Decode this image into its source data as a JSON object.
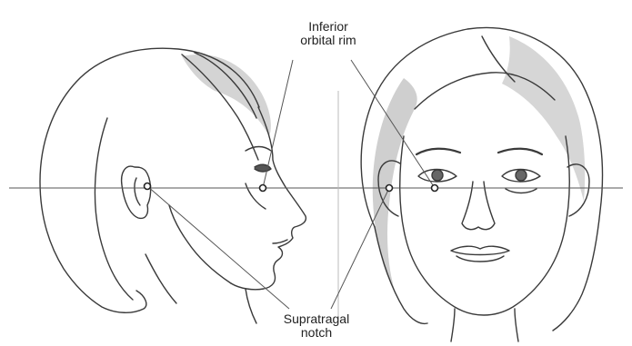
{
  "labels": {
    "inferior_orbital_rim": {
      "line1": "Inferior",
      "line2": "orbital rim"
    },
    "supratragal_notch": {
      "line1": "Supratragal",
      "line2": "notch"
    }
  },
  "figure": {
    "views": [
      "profile",
      "frontal"
    ],
    "colors": {
      "stroke": "#3a3a3a",
      "hair_shade": "#c9c9c9",
      "guide_line": "#555555",
      "point_fill": "#ffffff"
    }
  }
}
